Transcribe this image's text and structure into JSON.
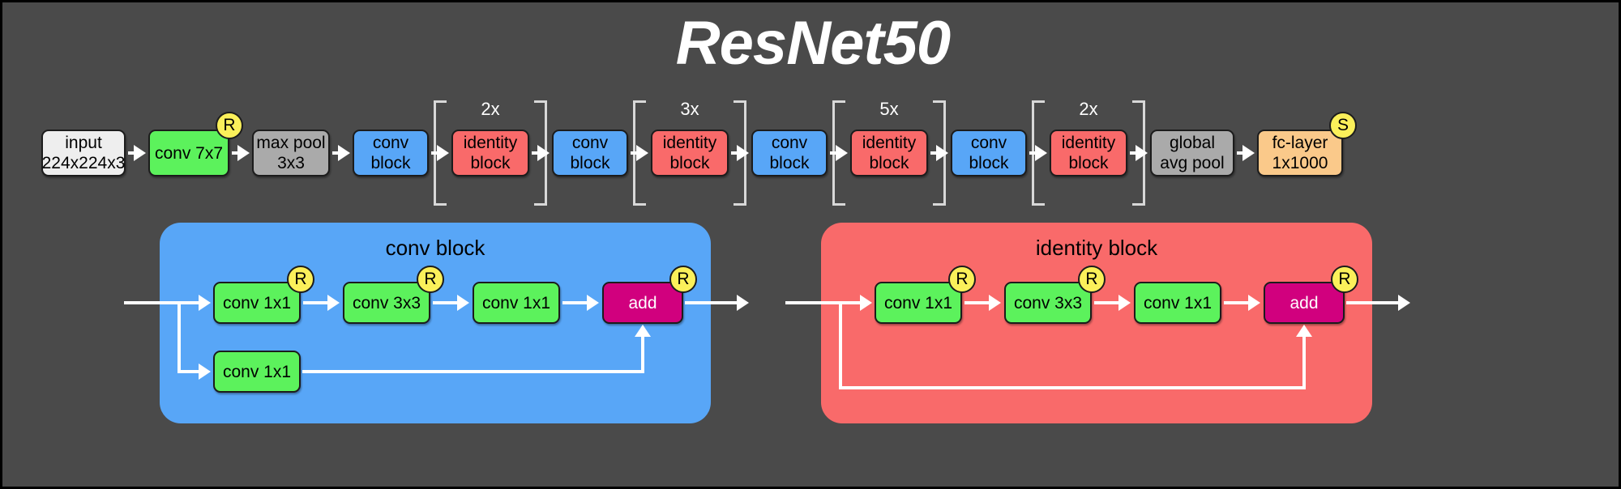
{
  "title": "ResNet50",
  "colors": {
    "background": "#4a4a4a",
    "input": "#eeeeee",
    "conv": "#5cf25c",
    "pool": "#aaaaaa",
    "conv_block": "#58a6f7",
    "identity_block": "#f96a6a",
    "fc_layer": "#fac98a",
    "add": "#d1007e",
    "badge": "#fbf05a",
    "wire": "#ffffff"
  },
  "pipeline": {
    "nodes": [
      {
        "id": "input",
        "label": "input\n224x224x3",
        "type": "input"
      },
      {
        "id": "conv7x7",
        "label": "conv 7x7",
        "type": "conv",
        "badge": "R"
      },
      {
        "id": "maxpool",
        "label": "max pool\n3x3",
        "type": "pool"
      },
      {
        "id": "convblock1",
        "label": "conv\nblock",
        "type": "conv_block"
      },
      {
        "id": "identity1",
        "label": "identity\nblock",
        "type": "identity_block",
        "repeat": "2x"
      },
      {
        "id": "convblock2",
        "label": "conv\nblock",
        "type": "conv_block"
      },
      {
        "id": "identity2",
        "label": "identity\nblock",
        "type": "identity_block",
        "repeat": "3x"
      },
      {
        "id": "convblock3",
        "label": "conv\nblock",
        "type": "conv_block"
      },
      {
        "id": "identity3",
        "label": "identity\nblock",
        "type": "identity_block",
        "repeat": "5x"
      },
      {
        "id": "convblock4",
        "label": "conv\nblock",
        "type": "conv_block"
      },
      {
        "id": "identity4",
        "label": "identity\nblock",
        "type": "identity_block",
        "repeat": "2x"
      },
      {
        "id": "gap",
        "label": "global\navg pool",
        "type": "pool"
      },
      {
        "id": "fc",
        "label": "fc-layer\n1x1000",
        "type": "fc_layer",
        "badge": "S"
      }
    ]
  },
  "conv_block": {
    "title": "conv block",
    "main_path": [
      {
        "label": "conv 1x1",
        "badge": "R"
      },
      {
        "label": "conv 3x3",
        "badge": "R"
      },
      {
        "label": "conv 1x1",
        "badge": ""
      },
      {
        "label": "add",
        "badge": "R"
      }
    ],
    "shortcut_path": [
      {
        "label": "conv 1x1",
        "badge": ""
      }
    ]
  },
  "identity_block": {
    "title": "identity block",
    "main_path": [
      {
        "label": "conv 1x1",
        "badge": "R"
      },
      {
        "label": "conv 3x3",
        "badge": "R"
      },
      {
        "label": "conv 1x1",
        "badge": ""
      },
      {
        "label": "add",
        "badge": "R"
      }
    ],
    "shortcut_path": []
  }
}
